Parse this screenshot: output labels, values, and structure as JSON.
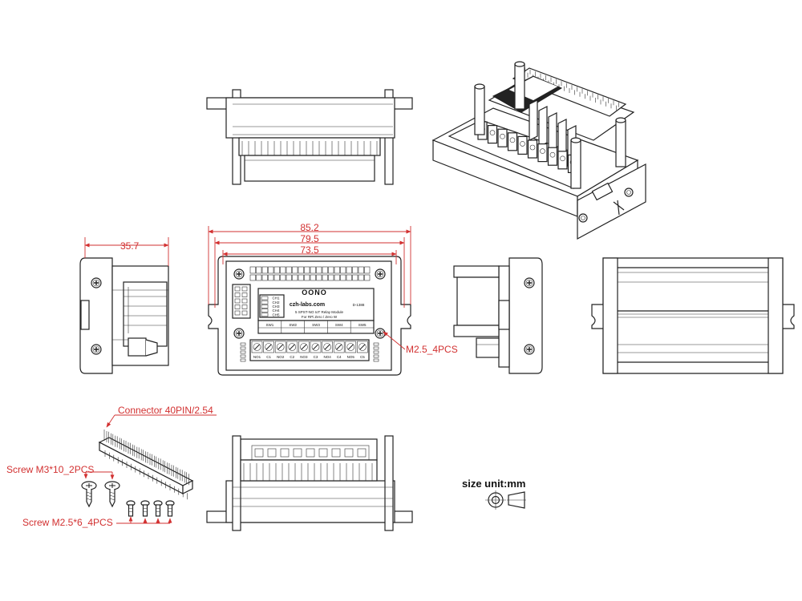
{
  "dimensions": {
    "overall_width": "85.2",
    "mount_width": "79.5",
    "pcb_width": "73.5",
    "depth": "35.7"
  },
  "callouts": {
    "mount_holes": "M2.5_4PCS",
    "connector": "Connector 40PIN/2.54",
    "screw_m3": "Screw M3*10_2PCS",
    "screw_m25": "Screw M2.5*6_4PCS"
  },
  "units_label": "size unit:mm",
  "board": {
    "brand": "OONO",
    "website": "czh-labs.com",
    "model": "D-1388",
    "title_line1": "5 SPST-NO IoT Relay Module",
    "title_line2": "For RPi Zero / Zero W",
    "switch_labels": [
      "SW1",
      "SW2",
      "SW3",
      "SW4",
      "SW5"
    ],
    "terminal_labels": [
      "NO1",
      "C1",
      "NO2",
      "C2",
      "NO3",
      "C3",
      "NO4",
      "C4",
      "NO5",
      "C5"
    ],
    "jumper_labels": [
      "CH1",
      "CH2",
      "CH3",
      "CH4",
      "CH5"
    ]
  },
  "colors": {
    "dimension_lines": "#d23030",
    "drawing_lines": "#222222"
  }
}
